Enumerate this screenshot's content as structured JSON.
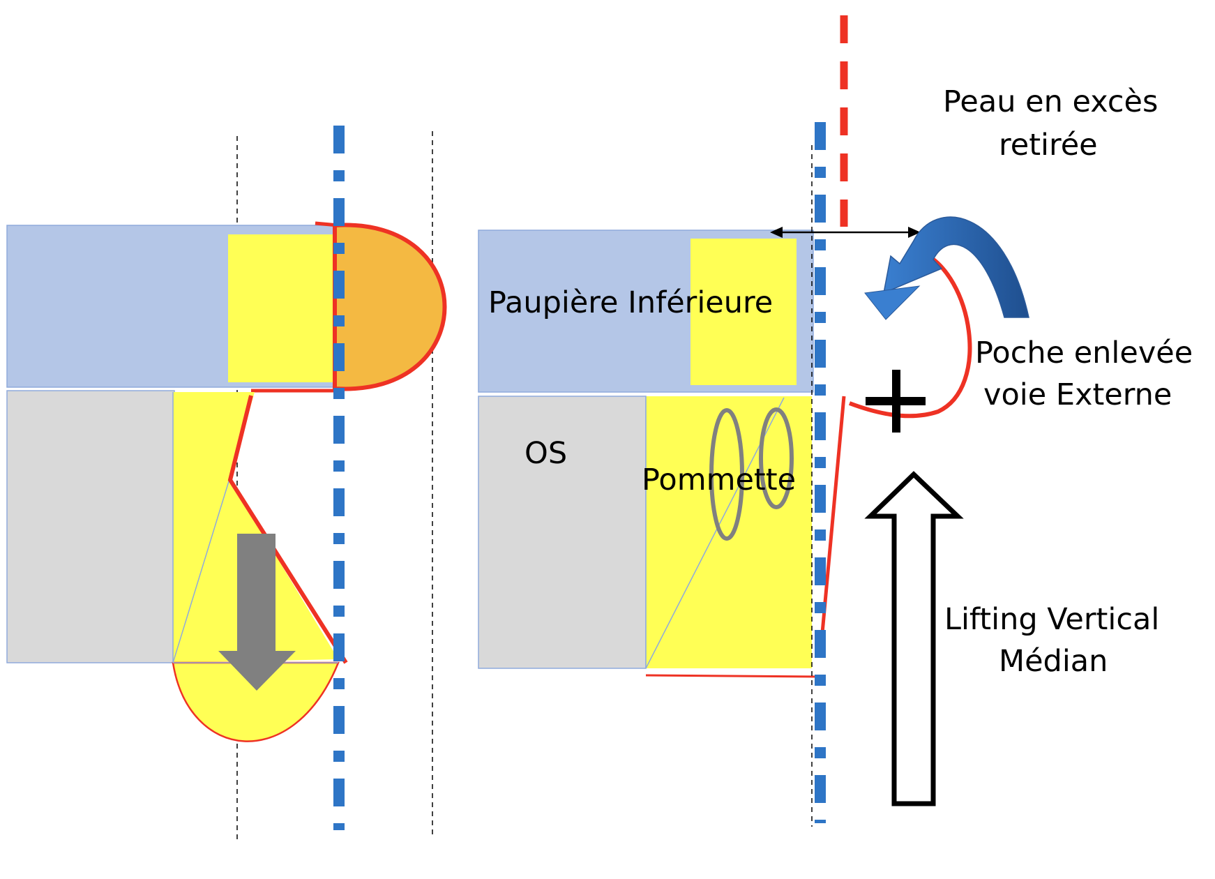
{
  "labels": {
    "paupiere": "Paupière Inférieure",
    "os": "OS",
    "pommette": "Pommette",
    "peau_line1": "Peau en excès",
    "peau_line2": "retirée",
    "poche_line1": "Poche enlevée",
    "poche_line2": "voie Externe",
    "lifting_line1": "Lifting Vertical",
    "lifting_line2": "Médian"
  },
  "colors": {
    "eyelid": "#b4c6e7",
    "bone": "#d9d9d9",
    "cheek": "#ffff55",
    "fat_pad": "#f4b942",
    "incision": "#ee3224",
    "axis": "#2e75c6",
    "arrow_gray": "#808080",
    "curved_arrow": "#2f6db5"
  }
}
